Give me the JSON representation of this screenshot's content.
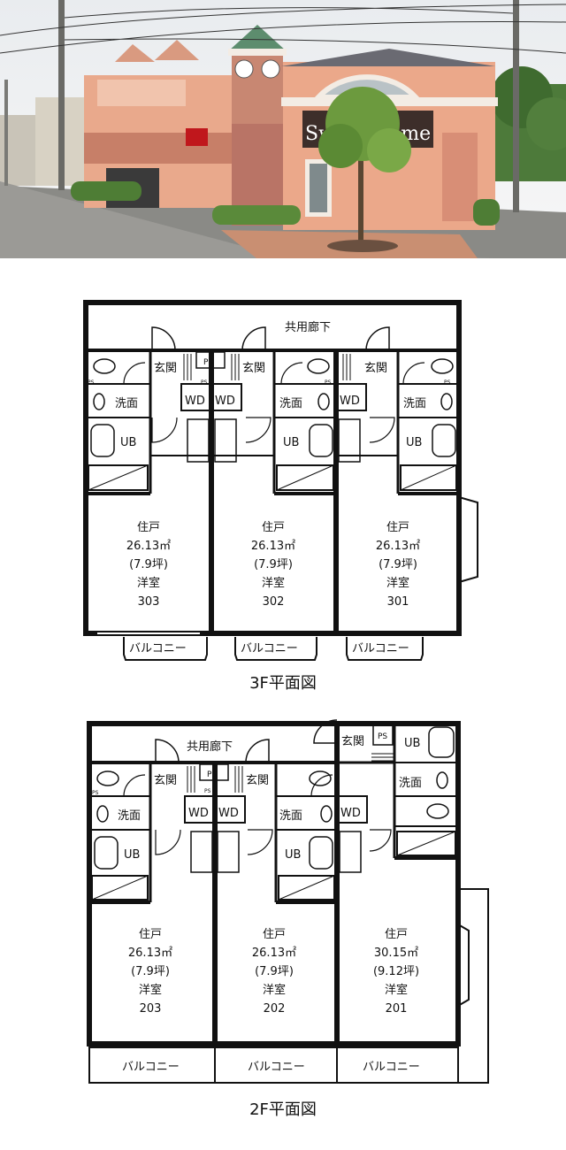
{
  "photo": {
    "sign_text": "Sweet Home"
  },
  "floor3": {
    "title": "3F平面図",
    "corridor": "共用廊下",
    "labels": {
      "genkan": "玄関",
      "ps": "PS",
      "wd": "WD",
      "senmen": "洗面",
      "ub": "UB",
      "balcony": "バルコニー"
    },
    "units": [
      {
        "type": "住戸",
        "area": "26.13㎡",
        "tsubo": "(7.9坪)",
        "room": "洋室",
        "number": "303"
      },
      {
        "type": "住戸",
        "area": "26.13㎡",
        "tsubo": "(7.9坪)",
        "room": "洋室",
        "number": "302"
      },
      {
        "type": "住戸",
        "area": "26.13㎡",
        "tsubo": "(7.9坪)",
        "room": "洋室",
        "number": "301"
      }
    ]
  },
  "floor2": {
    "title": "2F平面図",
    "corridor": "共用廊下",
    "labels": {
      "genkan": "玄関",
      "ps": "PS",
      "wd": "WD",
      "senmen": "洗面",
      "ub": "UB",
      "balcony": "バルコニー"
    },
    "units": [
      {
        "type": "住戸",
        "area": "26.13㎡",
        "tsubo": "(7.9坪)",
        "room": "洋室",
        "number": "203"
      },
      {
        "type": "住戸",
        "area": "26.13㎡",
        "tsubo": "(7.9坪)",
        "room": "洋室",
        "number": "202"
      },
      {
        "type": "住戸",
        "area": "30.15㎡",
        "tsubo": "(9.12坪)",
        "room": "洋室",
        "number": "201"
      }
    ]
  }
}
